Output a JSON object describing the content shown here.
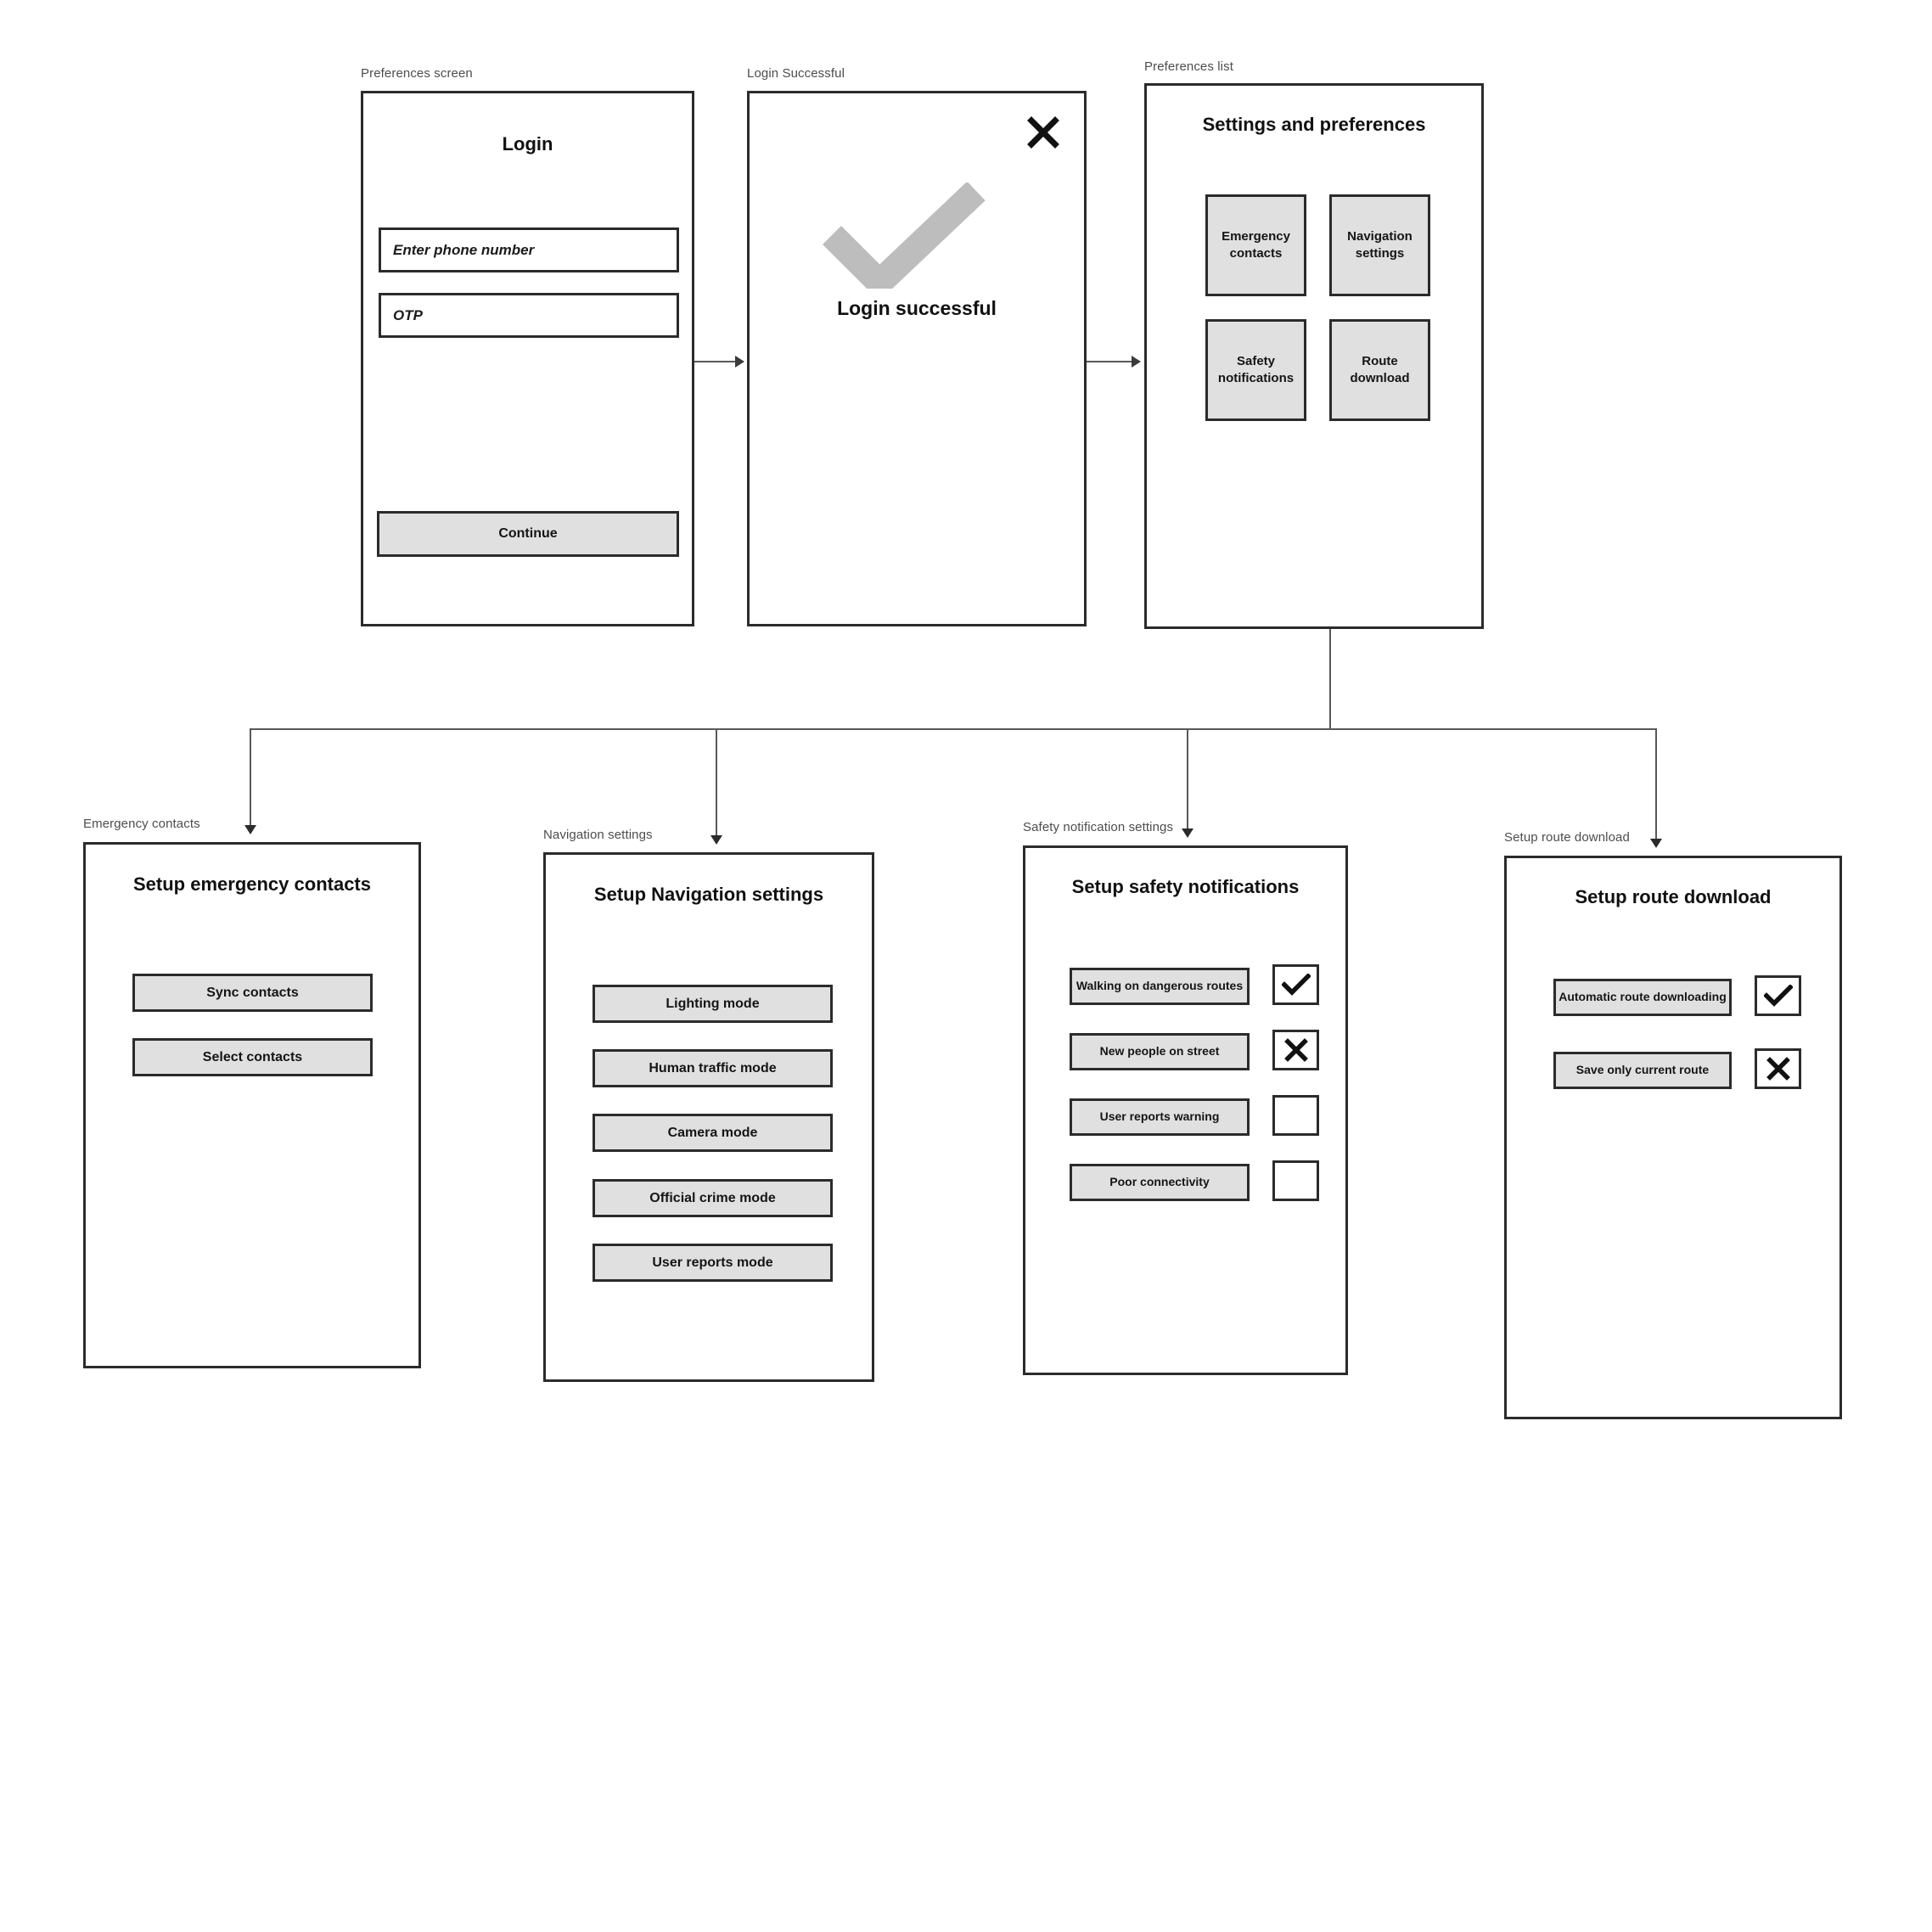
{
  "diagram": {
    "type": "ui-flow-wireframe",
    "panels": [
      {
        "id": "preferences-screen",
        "label": "Preferences screen",
        "title": "Login",
        "fields": [
          {
            "placeholder": "Enter phone number"
          },
          {
            "placeholder": "OTP"
          }
        ],
        "primary_button": "Continue"
      },
      {
        "id": "login-successful",
        "label": "Login Successful",
        "close_icon": "close-icon",
        "status_icon": "check-icon",
        "message": "Login successful"
      },
      {
        "id": "preferences-list",
        "label": "Preferences list",
        "title": "Settings and preferences",
        "tiles": [
          {
            "line1": "Emergency",
            "line2": "contacts"
          },
          {
            "line1": "Navigation",
            "line2": "settings"
          },
          {
            "line1": "Safety",
            "line2": "notifications"
          },
          {
            "line1": "Route",
            "line2": "download"
          }
        ]
      },
      {
        "id": "emergency-contacts",
        "label": "Emergency contacts",
        "title": "Setup emergency contacts",
        "buttons": [
          "Sync contacts",
          "Select contacts"
        ]
      },
      {
        "id": "navigation-settings",
        "label": "Navigation settings",
        "title": "Setup Navigation settings",
        "buttons": [
          "Lighting mode",
          "Human traffic mode",
          "Camera mode",
          "Official crime mode",
          "User reports mode"
        ]
      },
      {
        "id": "safety-notification-settings",
        "label": "Safety notification settings",
        "title": "Setup safety notifications",
        "rows": [
          {
            "label": "Walking on dangerous routes",
            "state": "check"
          },
          {
            "label": "New people on street",
            "state": "cross"
          },
          {
            "label": "User reports warning",
            "state": "empty"
          },
          {
            "label": "Poor connectivity",
            "state": "empty"
          }
        ]
      },
      {
        "id": "setup-route-download",
        "label": "Setup route download",
        "title": "Setup route download",
        "rows": [
          {
            "label": "Automatic route downloading",
            "state": "check"
          },
          {
            "label": "Save only current route",
            "state": "cross"
          }
        ]
      }
    ],
    "colors": {
      "fill_grey": "#e0e0e0",
      "stroke": "#2b2b2b",
      "connector": "#585858",
      "check_grey": "#bdbdbd",
      "label_grey": "#4d4d4d",
      "background": "#ffffff"
    }
  }
}
